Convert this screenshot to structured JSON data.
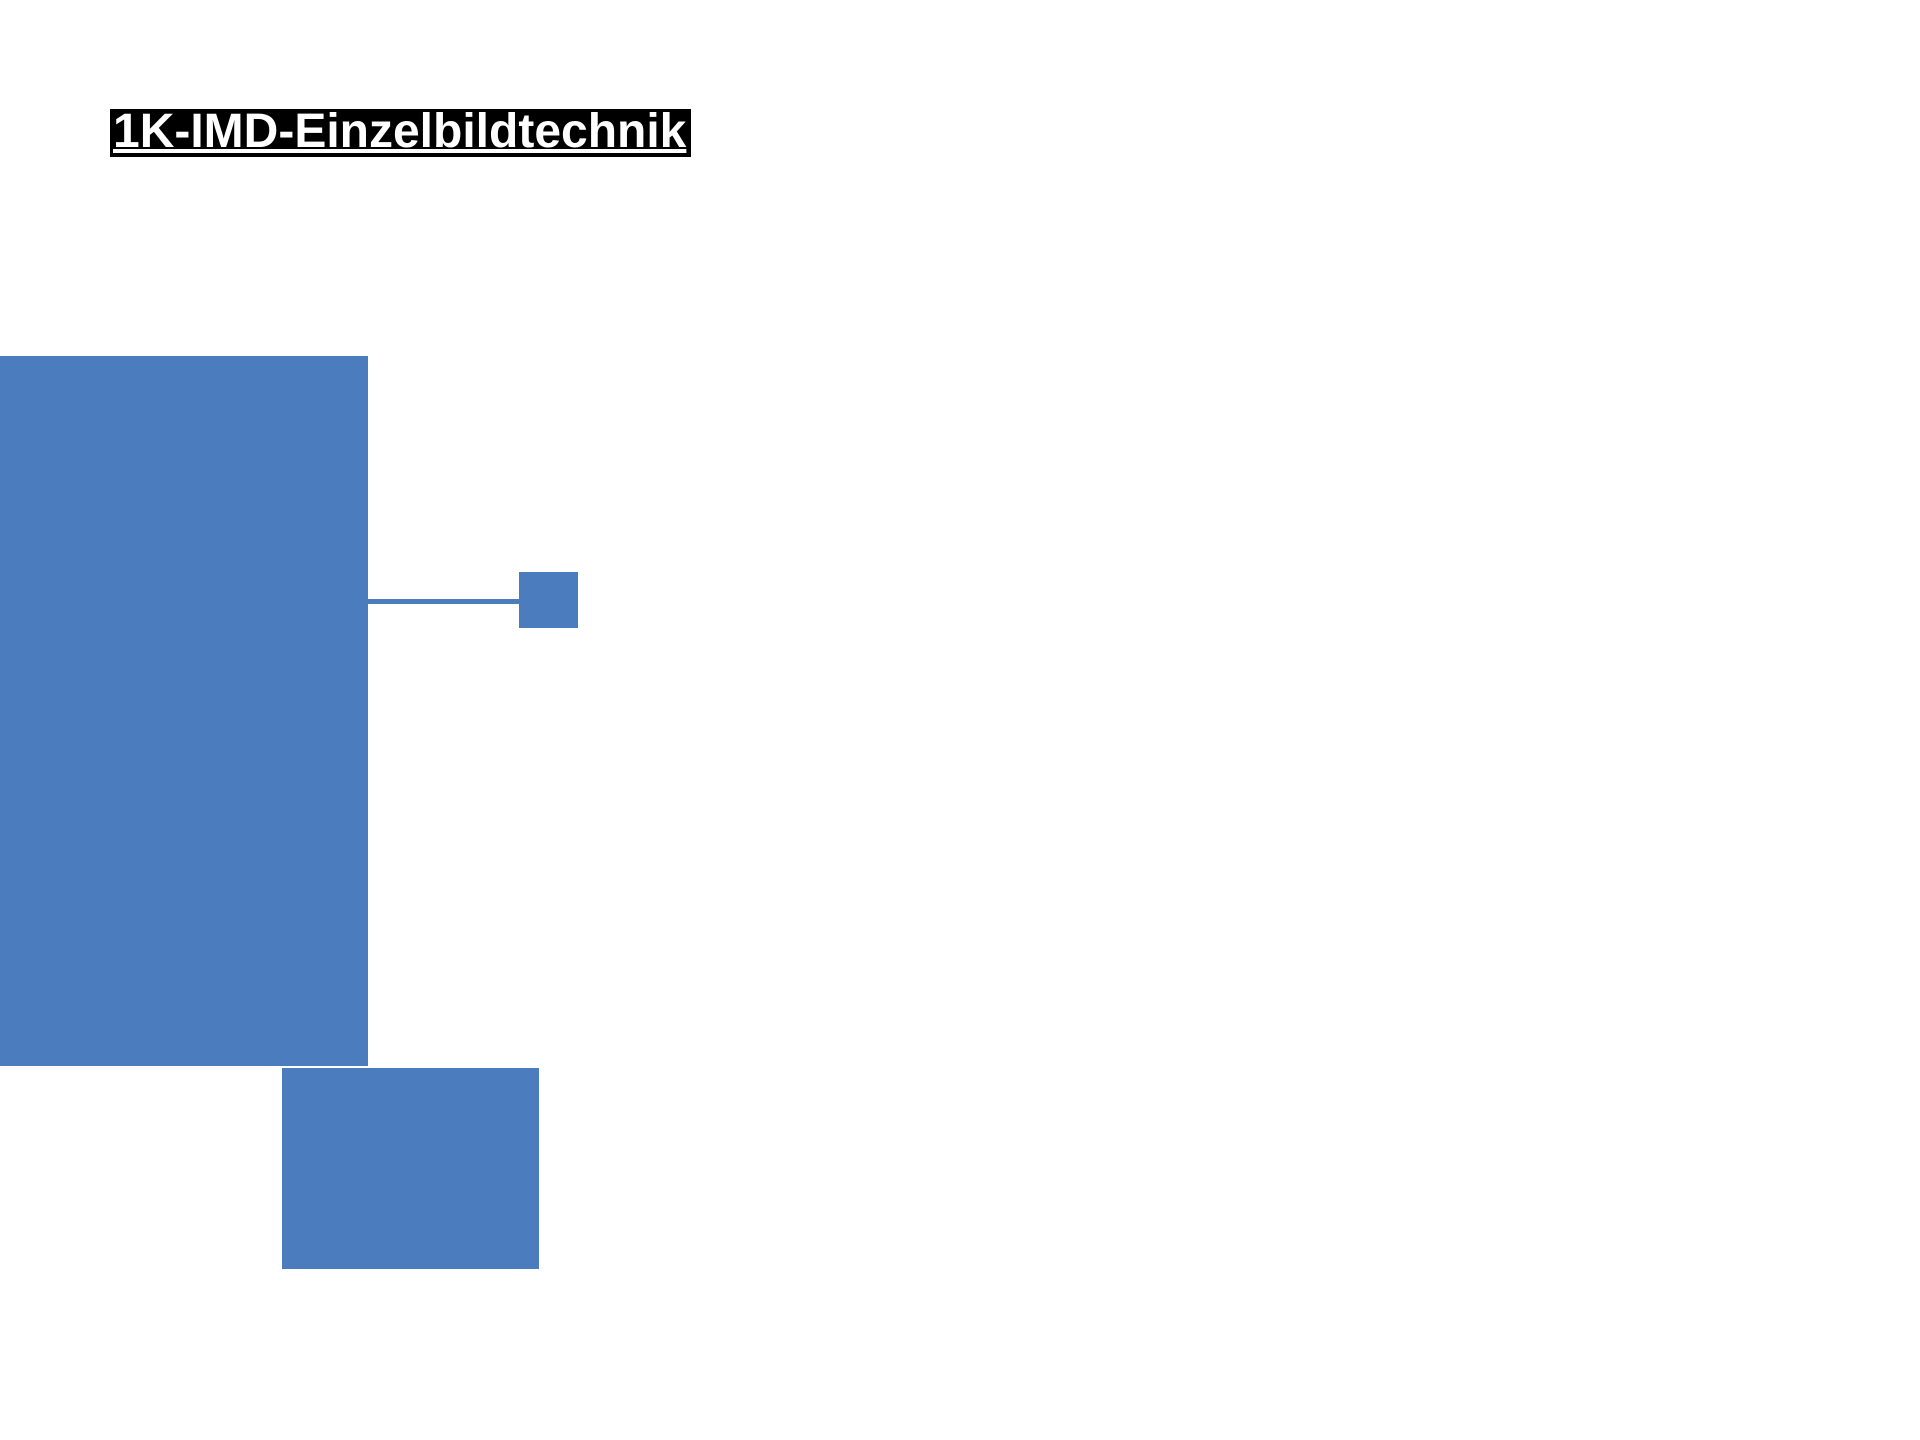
{
  "slide": {
    "title": "1K-IMD-Einzelbildtechnik",
    "background_color": "#FFFFFF"
  },
  "title_style": {
    "background_color": "#000000",
    "text_color": "#FFFFFF",
    "underlined": true
  },
  "diagram": {
    "accent_color": "#4A7CBE",
    "shapes": [
      {
        "id": "large-rectangle",
        "type": "rectangle",
        "fill": "#4A7CBE",
        "label": ""
      },
      {
        "id": "connector-line",
        "type": "straight-connector",
        "from": "large-rectangle",
        "to": "small-square",
        "color": "#4A7CBE"
      },
      {
        "id": "small-square",
        "type": "rectangle",
        "fill": "#4A7CBE",
        "label": ""
      },
      {
        "id": "bottom-rectangle",
        "type": "rectangle",
        "fill": "#4A7CBE",
        "label": ""
      }
    ]
  }
}
